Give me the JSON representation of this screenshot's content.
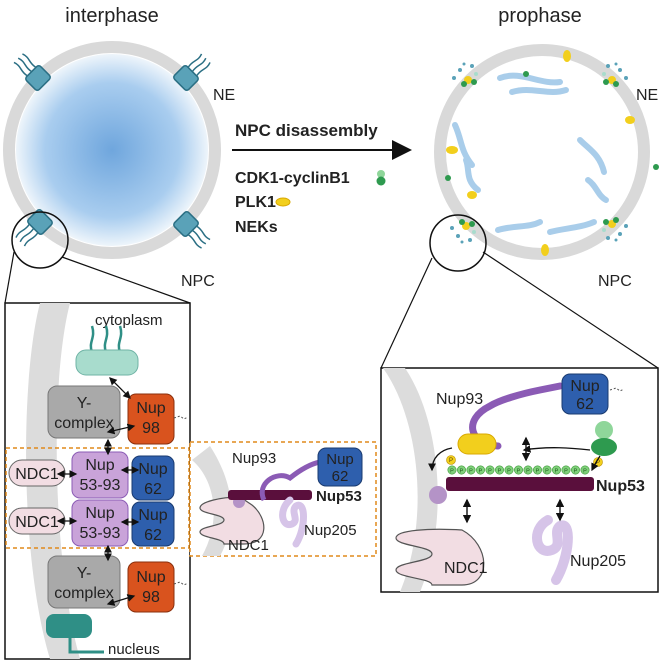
{
  "states": {
    "left": "interphase",
    "right": "prophase"
  },
  "labels": {
    "ne_left": "NE",
    "npc_left": "NPC",
    "ne_right": "NE",
    "npc_right": "NPC"
  },
  "process": {
    "title": "NPC disassembly",
    "kinases": [
      {
        "name": "CDK1-cyclinB1",
        "color": "#2e9a4f"
      },
      {
        "name": "PLK1",
        "color": "#f2cf1d"
      },
      {
        "name": "NEKs",
        "color": ""
      }
    ]
  },
  "left_zoom": {
    "cytoplasm": "cytoplasm",
    "nucleus": "nucleus",
    "y_complex_top": [
      "Y-",
      "complex"
    ],
    "nup98_top": [
      "Nup",
      "98"
    ],
    "ndc1_a": "NDC1",
    "ndc1_b": "NDC1",
    "nup5393_a": [
      "Nup",
      "53-93"
    ],
    "nup5393_b": [
      "Nup",
      "53-93"
    ],
    "nup62_a": [
      "Nup",
      "62"
    ],
    "nup62_b": [
      "Nup",
      "62"
    ],
    "y_complex_bottom": [
      "Y-",
      "complex"
    ],
    "nup98_bottom": [
      "Nup",
      "98"
    ]
  },
  "middle_zoom": {
    "nup93": "Nup93",
    "nup62": [
      "Nup",
      "62"
    ],
    "nup53": "Nup53",
    "ndc1": "NDC1",
    "nup205": "Nup205"
  },
  "right_zoom": {
    "nup93": "Nup93",
    "nup62": [
      "Nup",
      "62"
    ],
    "nup53": "Nup53",
    "ndc1": "NDC1",
    "nup205": "Nup205",
    "phospho": "P"
  },
  "colors": {
    "membrane": "#dcdcdc",
    "nucleoplasm": "#7fb3e0",
    "y_complex": "#a9a9a9",
    "nup98": "#d9531e",
    "nup62": "#2e5fad",
    "nup5393": "#c9a3d9",
    "ndc1": "#f2dde3",
    "teal": "#2f8f86",
    "cap": "#a8dccd",
    "nup53": "#5a0f3c",
    "nup93_stroke": "#8b5bb5",
    "nup205": "#d6c4e8",
    "phospho": "#7fd07a",
    "plk1": "#f2cf1d",
    "cdk1": "#3fae5a",
    "outline_dash": "#e08a1c",
    "chromosome": "#a9cdea"
  }
}
